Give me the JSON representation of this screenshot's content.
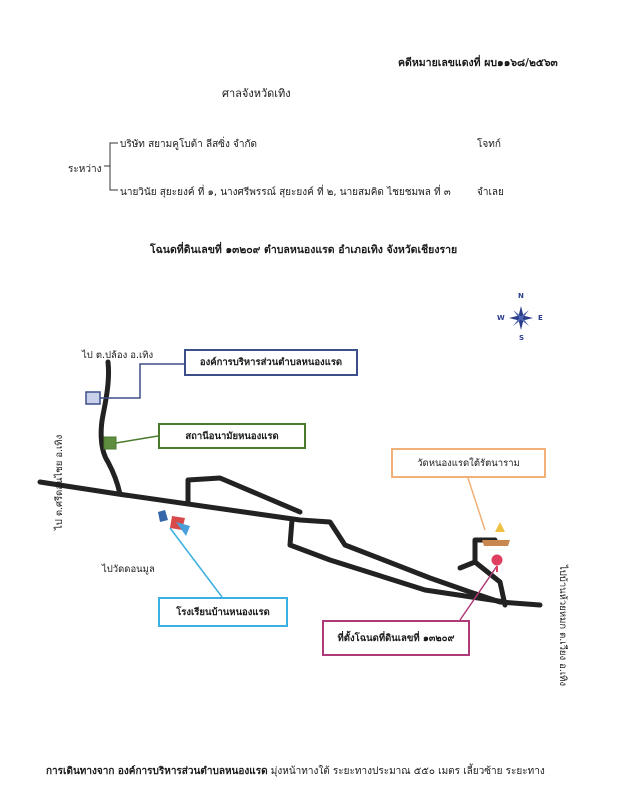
{
  "header": {
    "case_number": "คดีหมายเลขแดงที่ ผบ๑๑๖๘/๒๕๖๓",
    "court_name": "ศาลจังหวัดเทิง",
    "between_label": "ระหว่าง",
    "plaintiff_name": "บริษัท สยามคูโบต้า ลีสซิ่ง จำกัด",
    "plaintiff_role": "โจทก์",
    "defendant_names": "นายวินัย  สุยะยงค์ ที่ ๑, นางศรีพรรณ์  สุยะยงค์ ที่ ๒, นายสมคิด  ไชยชมพล ที่ ๓",
    "defendant_role": "จำเลย"
  },
  "title": "โฉนดที่ดินเลขที่ ๑๓๒๐๙ ตำบลหนองแรด อำเภอเทิง จังหวัดเชียงราย",
  "map": {
    "labels": {
      "to_paldong": "ไป ต.ปล้อง อ.เทิง",
      "left_side": "ไป ต.ศรีดอนไชย อ.เทิง",
      "to_donmoon": "ไปวัดดอนมูล",
      "right_side": "ไปบ้านห้วยหมก ต.เวียง อ.เทิง"
    },
    "compass": {
      "n": "N",
      "s": "S",
      "e": "E",
      "w": "W"
    },
    "callouts": {
      "sao": "องค์การบริหารส่วนตำบลหนองแรด",
      "health": "สถานีอนามัยหนองแรด",
      "temple": "วัดหนองแรดใต้รัตนาราม",
      "school": "โรงเรียนบ้านหนองแรด",
      "land": "ที่ตั้งโฉนดที่ดินเลขที่ ๑๓๒๐๙"
    },
    "colors": {
      "sao": "#3d4f8a",
      "health": "#4a7a2c",
      "temple": "#f0b078",
      "school": "#3ab0e0",
      "land": "#b03a78"
    }
  },
  "directions": {
    "lead": "การเดินทางจาก องค์การบริหารส่วนตำบลหนองแรด",
    "rest": " มุ่งหน้าทางใต้ ระยะทางประมาณ ๕๕๐ เมตร เลี้ยวซ้าย ระยะทาง"
  }
}
